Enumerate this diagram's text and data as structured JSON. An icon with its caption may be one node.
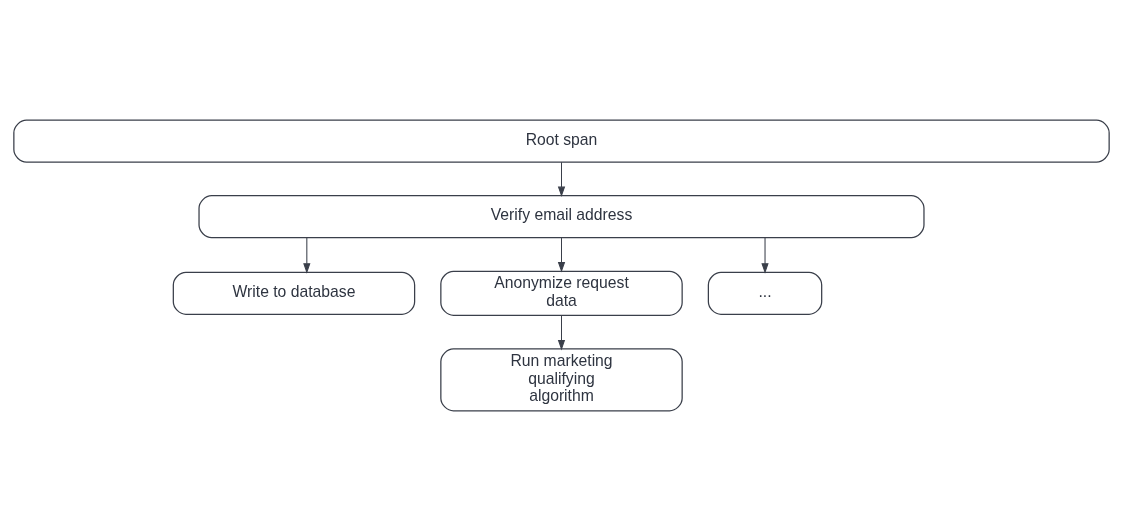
{
  "diagram": {
    "nodes": [
      {
        "text": [
          "Root span"
        ]
      },
      {
        "text": [
          "Verify email address"
        ]
      },
      {
        "text": [
          "Write to database"
        ]
      },
      {
        "text": [
          "Anonymize request data"
        ]
      },
      {
        "text": [
          "..."
        ]
      },
      {
        "text": [
          "Run marketing qualifying algorithm"
        ]
      }
    ],
    "edges": [
      {
        "from": 0,
        "to": 1,
        "arrow": "to"
      },
      {
        "from": 1,
        "to": 2,
        "arrow": "to"
      },
      {
        "from": 1,
        "to": 3,
        "arrow": "to"
      },
      {
        "from": 1,
        "to": 4,
        "arrow": "to"
      },
      {
        "from": 3,
        "to": 5,
        "arrow": "to"
      }
    ]
  }
}
